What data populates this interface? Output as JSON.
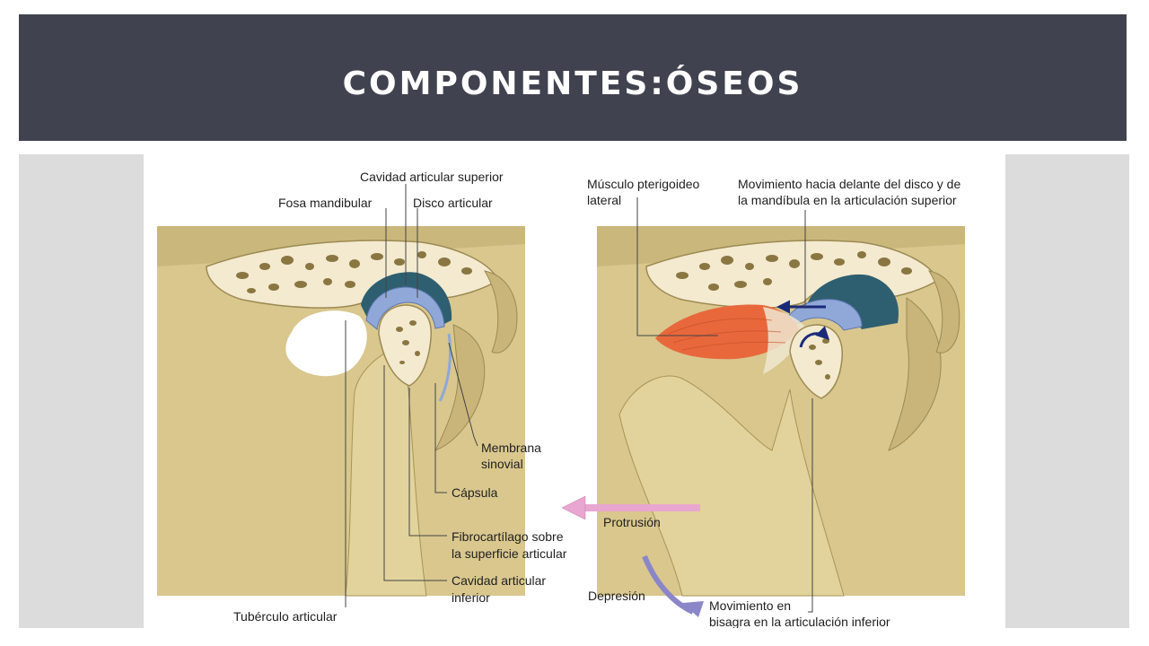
{
  "slide": {
    "title": "COMPONENTES:ÓSEOS"
  },
  "diagram": {
    "labels": {
      "cavidad_superior": "Cavidad articular superior",
      "fosa_mandibular": "Fosa mandibular",
      "disco_articular": "Disco articular",
      "membrana_l1": "Membrana",
      "membrana_l2": "sinovial",
      "capsula": "Cápsula",
      "fibro_l1": "Fibrocartílago sobre",
      "fibro_l2": "la superficie articular",
      "cavidad_inf_l1": "Cavidad articular",
      "cavidad_inf_l2": "inferior",
      "tuberculo": "Tubérculo articular",
      "musculo_l1": "Músculo pterigoideo",
      "musculo_l2": "lateral",
      "movimiento_sup_l1": "Movimiento hacia delante del disco y de",
      "movimiento_sup_l2": "la mandíbula en la articulación superior",
      "protrusion": "Protrusión",
      "depresion": "Depresión",
      "movimiento_inf_l1": "Movimiento en",
      "movimiento_inf_l2": "bisagra en la articulación inferior"
    },
    "colors": {
      "bone": "#d9c78e",
      "bone_dark": "#b9a466",
      "cancellous": "#f3ead0",
      "cavity": "#2e5f70",
      "synovial": "#8fa8d8",
      "muscle": "#e8683c",
      "protrusion_arrow": "#e9a6d0",
      "depression_arrow": "#8a86c8",
      "motion_arrow": "#1b2a78"
    }
  }
}
